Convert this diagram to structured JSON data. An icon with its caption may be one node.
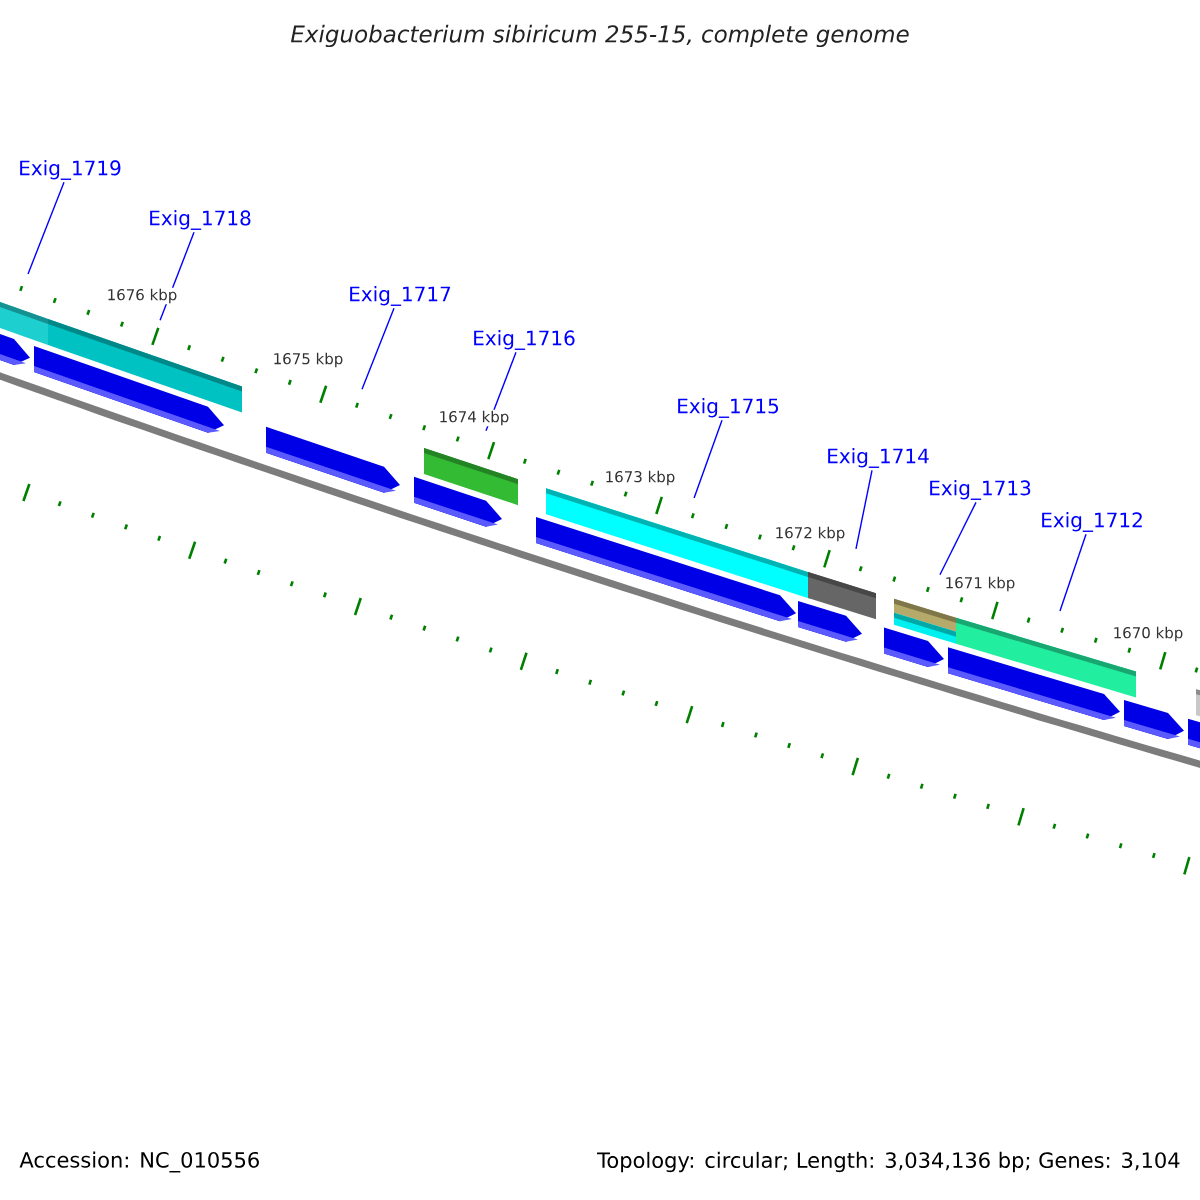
{
  "diagram": {
    "title": "Exiguobacterium sibiricum 255-15, complete genome",
    "nodes": [
      {
        "text": [
          "Exig_1719"
        ]
      },
      {
        "text": [
          "Exig_1718"
        ]
      },
      {
        "text": [
          "Exig_1717"
        ]
      },
      {
        "text": [
          "Exig_1716"
        ]
      },
      {
        "text": [
          "Exig_1715"
        ]
      },
      {
        "text": [
          "Exig_1714"
        ]
      },
      {
        "text": [
          "Exig_1713"
        ]
      },
      {
        "text": [
          "Exig_1712"
        ]
      },
      {
        "text": [],
        "shape": "bar"
      },
      {
        "text": [],
        "shape": "bar"
      },
      {
        "text": [],
        "shape": "bar"
      },
      {
        "text": [],
        "shape": "bar"
      },
      {
        "text": [],
        "shape": "bar"
      },
      {
        "text": [],
        "shape": "bar"
      },
      {
        "text": [],
        "shape": "bar"
      },
      {
        "text": [],
        "shape": "bar"
      },
      {
        "text": [],
        "shape": "bar"
      },
      {
        "text": [],
        "shape": "bar"
      }
    ],
    "edges": [
      {
        "from": 0,
        "to": 8,
        "arrow": "none"
      },
      {
        "from": 1,
        "to": 9,
        "arrow": "none"
      },
      {
        "from": 2,
        "to": 10,
        "arrow": "none"
      },
      {
        "from": 3,
        "to": 11,
        "arrow": "none"
      },
      {
        "from": 4,
        "to": 12,
        "arrow": "none"
      },
      {
        "from": 5,
        "to": 13,
        "arrow": "none"
      },
      {
        "from": 6,
        "to": 14,
        "arrow": "none"
      },
      {
        "from": 7,
        "to": 15,
        "arrow": "none"
      }
    ],
    "labels": [
      "1676 kbp",
      "1675 kbp",
      "1674 kbp",
      "1673 kbp",
      "1672 kbp",
      "1671 kbp",
      "1670 kbp",
      "Accession: NC_010556",
      "Topology: circular; Length: 3,034,136 bp; Genes: 3,104"
    ]
  }
}
